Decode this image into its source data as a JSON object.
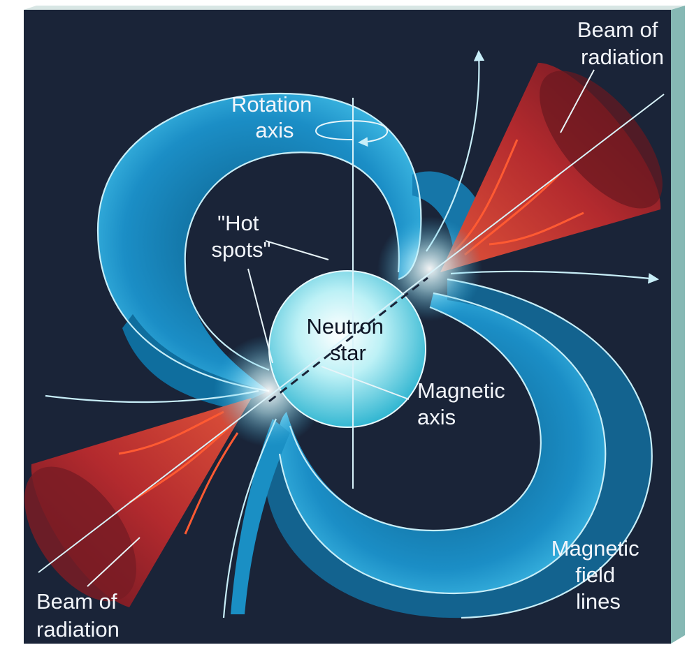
{
  "labels": {
    "beam_top": [
      "Beam of",
      "radiation"
    ],
    "rotation_axis": [
      "Rotation",
      "axis"
    ],
    "hot_spots": [
      "\"Hot",
      "spots\""
    ],
    "neutron_star": [
      "Neutron",
      "star"
    ],
    "magnetic_axis": [
      "Magnetic",
      "axis"
    ],
    "field_lines": [
      "Magnetic",
      "field",
      "lines"
    ],
    "beam_bottom": [
      "Beam of",
      "radiation"
    ]
  },
  "colors": {
    "background": "#1a2438",
    "panel_edge": "#86b8b4",
    "field_surface": "#1b8ec6",
    "field_line": "#c8eef8",
    "beam": "#b0282c",
    "beam_streak": "#ff5a32",
    "star": "#8fe3ef",
    "label_text": "#f2f5fa"
  }
}
